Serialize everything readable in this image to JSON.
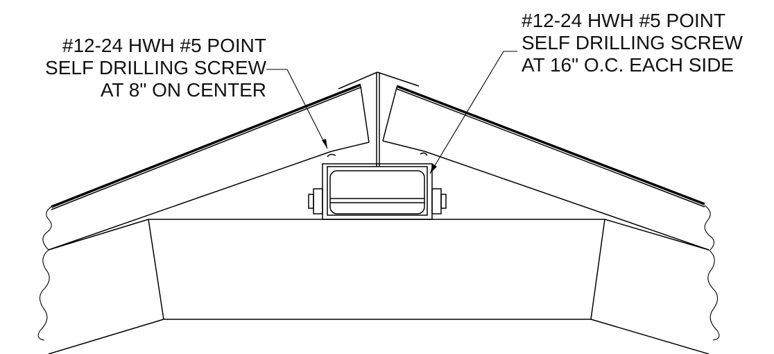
{
  "callouts": {
    "left": {
      "line1": "#12-24 HWH #5 POINT",
      "line2": "SELF DRILLING SCREW",
      "line3": "AT 8\" ON CENTER"
    },
    "right": {
      "line1": "#12-24 HWH #5 POINT",
      "line2": "SELF DRILLING SCREW",
      "line3": "AT 16\" O.C. EACH SIDE"
    }
  }
}
